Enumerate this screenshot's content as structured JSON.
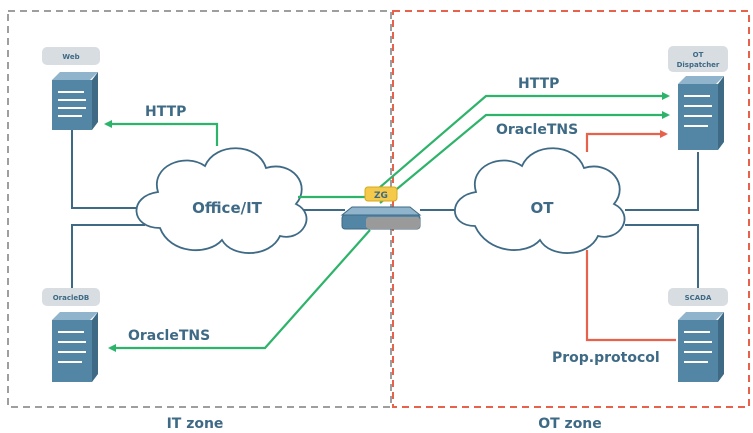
{
  "zones": {
    "it": {
      "label": "IT zone"
    },
    "ot": {
      "label": "OT zone"
    }
  },
  "clouds": {
    "office": {
      "label": "Office/IT"
    },
    "ot": {
      "label": "OT"
    }
  },
  "gateway": {
    "label": "ZG"
  },
  "servers": {
    "web": {
      "label": "Web"
    },
    "oracledb": {
      "label": "OracleDB"
    },
    "ot_dispatcher": {
      "label_line1": "OT",
      "label_line2": "Dispatcher"
    },
    "scada": {
      "label": "SCADA"
    }
  },
  "protocols": {
    "http_it": "HTTP",
    "oracletns_it": "OracleTNS",
    "http_ot": "HTTP",
    "oracletns_ot": "OracleTNS",
    "prop": "Prop.protocol"
  },
  "colors": {
    "it_zone_border": "#9e9e9e",
    "ot_zone_border": "#e8614b",
    "allowed_flow": "#2db36a",
    "proprietary_flow": "#e8614b",
    "network_line": "#3e6a85",
    "server": "#5385a4",
    "label_tab": "#d8dde2"
  }
}
